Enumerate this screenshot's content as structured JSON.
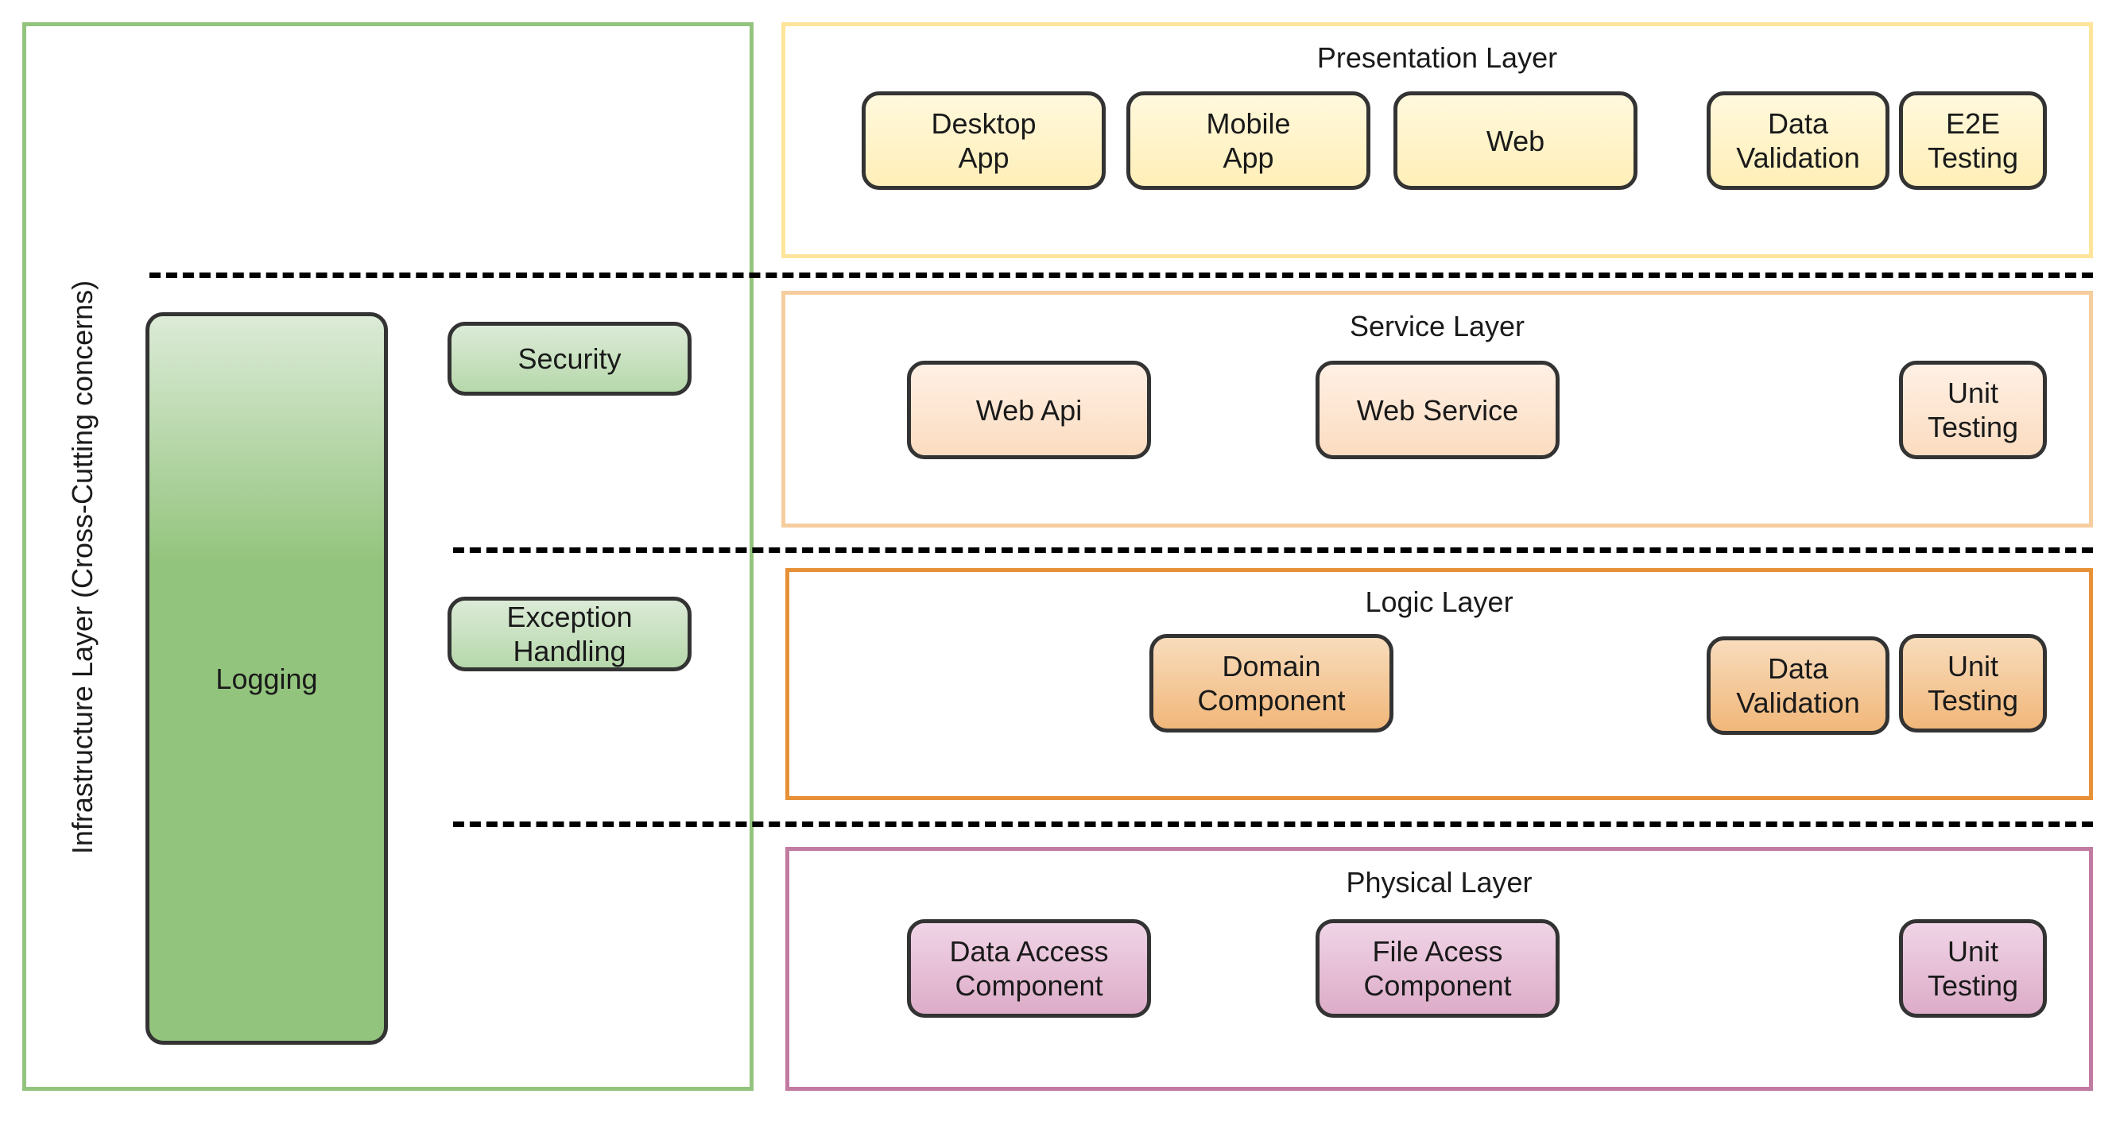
{
  "infrastructure": {
    "title": "Infrastructure Layer (Cross-Cutting concerns)",
    "logging": "Logging",
    "security": "Security",
    "exception_handling": "Exception\nHandling"
  },
  "presentation": {
    "title": "Presentation Layer",
    "nodes": [
      "Desktop\nApp",
      "Mobile\nApp",
      "Web",
      "Data\nValidation",
      "E2E\nTesting"
    ]
  },
  "service": {
    "title": "Service Layer",
    "nodes": [
      "Web Api",
      "Web Service",
      "Unit\nTesting"
    ]
  },
  "logic": {
    "title": "Logic Layer",
    "nodes": [
      "Domain\nComponent",
      "Data\nValidation",
      "Unit\nTesting"
    ]
  },
  "physical": {
    "title": "Physical Layer",
    "nodes": [
      "Data Access\nComponent",
      "File Acess\nComponent",
      "Unit\nTesting"
    ]
  },
  "colors": {
    "infrastructure_border": "#93c47d",
    "presentation_border": "#ffe599",
    "service_border": "#f6cd9e",
    "logic_border": "#e69138",
    "physical_border": "#c27ba0",
    "logging_gradient": [
      "#dcebd7",
      "#93c47d"
    ]
  }
}
